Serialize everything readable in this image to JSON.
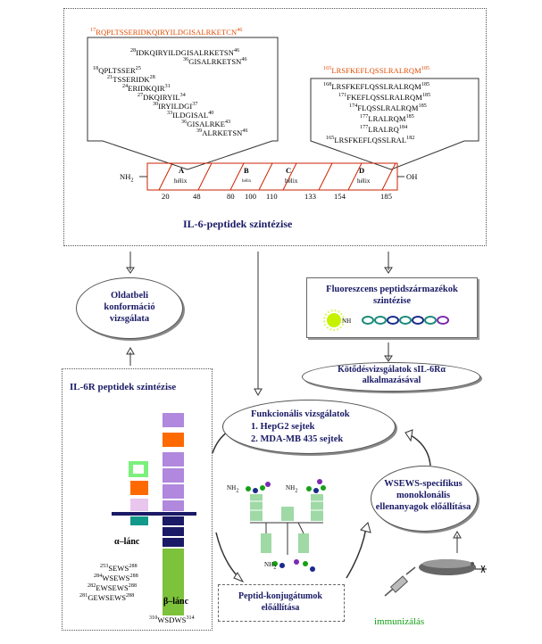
{
  "top_panel": {
    "left_sequences": [
      {
        "pre": "17",
        "seq": "RQPLTSSERIDKQIRYILDGISALRKETCN",
        "post": "46",
        "orange": true
      },
      {
        "pre": "28",
        "seq": "IDKQIRYILDGISALRKETSN",
        "post": "46"
      },
      {
        "pre": "36",
        "seq": "GISALRKETSN",
        "post": "46"
      },
      {
        "pre": "18",
        "seq": "QPLTSSER",
        "post": "25"
      },
      {
        "pre": "21",
        "seq": "TSSERIDK",
        "post": "28"
      },
      {
        "pre": "24",
        "seq": "ERIDKQIR",
        "post": "31"
      },
      {
        "pre": "27",
        "seq": "DKQIRYIL",
        "post": "34"
      },
      {
        "pre": "30",
        "seq": "IRYILDGI",
        "post": "37"
      },
      {
        "pre": "33",
        "seq": "ILDGISAL",
        "post": "40"
      },
      {
        "pre": "36",
        "seq": "GISALRKE",
        "post": "43"
      },
      {
        "pre": "39",
        "seq": "ALRKETSN",
        "post": "46"
      }
    ],
    "right_sequences": [
      {
        "pre": "165",
        "seq": "LRSFKEFLQSSLRALRQM",
        "post": "185",
        "orange": true
      },
      {
        "pre": "168",
        "seq": "LRSFKEFLQSSLRALRQM",
        "post": "185"
      },
      {
        "pre": "171",
        "seq": "FKEFLQSSLRALRQM",
        "post": "185"
      },
      {
        "pre": "174",
        "seq": "FLQSSLRALRQM",
        "post": "185"
      },
      {
        "pre": "177",
        "seq": "LRALRQM",
        "post": "185"
      },
      {
        "pre": "177",
        "seq": "LRALRQ",
        "post": "184"
      },
      {
        "pre": "165",
        "seq": "LRSFKEFLQSSLRAL",
        "post": "182"
      }
    ],
    "protein": {
      "nh2": "NH",
      "nh2_sub": "2",
      "oh": "OH",
      "helices": [
        {
          "letter": "A",
          "label": "hélix"
        },
        {
          "letter": "B",
          "label": "hélix"
        },
        {
          "letter": "C",
          "label": "hélix"
        },
        {
          "letter": "D",
          "label": "hélix"
        }
      ],
      "positions": [
        "20",
        "48",
        "80",
        "100",
        "110",
        "133",
        "154",
        "185"
      ]
    },
    "title": "IL-6-peptidek szintézise"
  },
  "nodes": {
    "oldatbeli": "Oldatbeli konformáció vizsgálata",
    "fluoreszcens": "Fluoreszcens peptidszármazékok szintézise",
    "fluor_nh": "NH",
    "kotodes": "Kötődésvizsgálatok sIL-6Rα alkalmazásával",
    "funkcionalis_title": "Funkcionális vizsgálatok",
    "funkcionalis_1": "1. HepG2 sejtek",
    "funkcionalis_2": "2. MDA-MB 435 sejtek",
    "wsews": "WSEWS-specifikus monoklonális ellenanyagok előállítása",
    "konjugatum": "Peptid-konjugátumok előállítása",
    "immunizalas": "immunizálás"
  },
  "il6r_panel": {
    "title": "IL-6R peptidek szintézise",
    "alpha": "α–lánc",
    "beta": "β–lánc",
    "alpha_sequences": [
      {
        "pre": "253",
        "seq": "SEWS",
        "post": "288"
      },
      {
        "pre": "284",
        "seq": "WSEWS",
        "post": "288"
      },
      {
        "pre": "282",
        "seq": "EWSEWS",
        "post": "288"
      },
      {
        "pre": "281",
        "seq": "GEWSEWS",
        "post": "288"
      }
    ],
    "beta_seq": {
      "pre": "310",
      "seq": "WSDWS",
      "post": "314"
    }
  },
  "conjugate": {
    "nh2": "NH",
    "nh2_sub": "2"
  },
  "colors": {
    "orange": "#e04a00",
    "purple": "#b088dd",
    "orange_block": "#ff6a00",
    "navy": "#1a1a66",
    "green_bar": "#7cc23a",
    "teal": "#13998a",
    "mint": "#9fd9a5"
  }
}
